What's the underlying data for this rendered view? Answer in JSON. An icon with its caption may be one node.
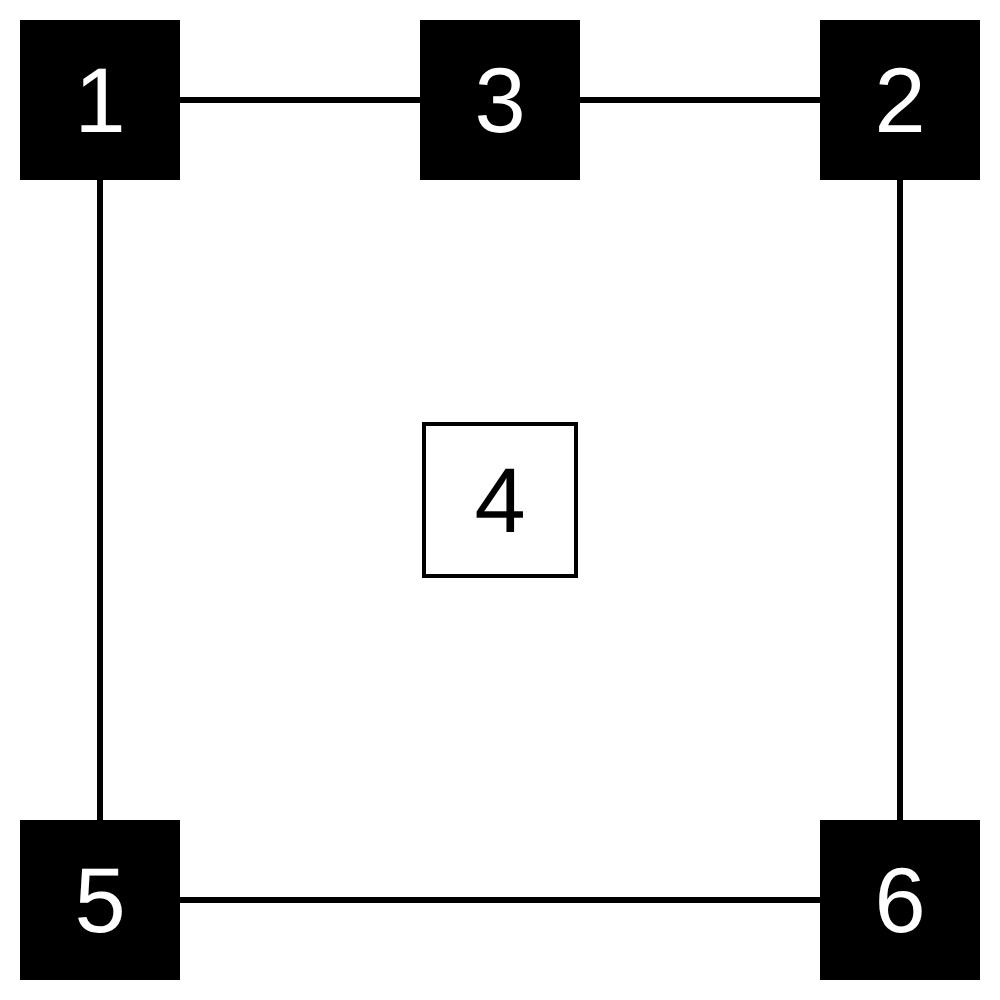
{
  "diagram": {
    "nodes": [
      {
        "text": [
          "1"
        ]
      },
      {
        "text": [
          "3"
        ]
      },
      {
        "text": [
          "2"
        ]
      },
      {
        "text": [
          "4"
        ]
      },
      {
        "text": [
          "5"
        ]
      },
      {
        "text": [
          "6"
        ]
      }
    ],
    "edges": [
      {
        "from": 0,
        "to": 1,
        "arrow": "none"
      },
      {
        "from": 1,
        "to": 2,
        "arrow": "none"
      },
      {
        "from": 2,
        "to": 5,
        "arrow": "none"
      },
      {
        "from": 5,
        "to": 4,
        "arrow": "none"
      },
      {
        "from": 4,
        "to": 0,
        "arrow": "none"
      }
    ]
  }
}
